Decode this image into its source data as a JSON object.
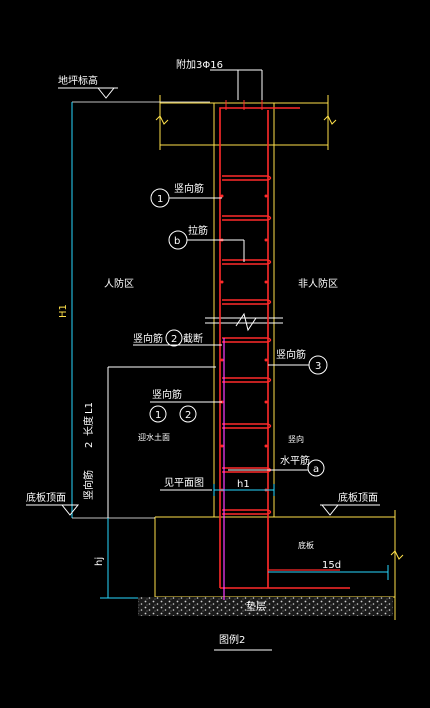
{
  "labels": {
    "top_rebar": "附加3Φ16",
    "ground_elev": "地坪标高",
    "vertical_rebar_1": "竖向筋",
    "tie_bar": "拉筋",
    "civil_defense_zone": "人防区",
    "non_civil_defense_zone": "非人防区",
    "vertical_rebar_2": "竖向筋",
    "cut_off": "截断",
    "vertical_rebar_3": "竖向筋",
    "vertical_rebar_4": "竖向筋",
    "vertical_rebar_side": "竖向筋",
    "extend_length": "长度",
    "tag_L1": "L1",
    "upstream_soil": "迎水土面",
    "vertical_short": "竖向",
    "horizontal_rebar": "水平筋",
    "see_plan": "见平面图",
    "h1": "h1",
    "slab_bottom_left": "底板顶面",
    "slab_top_right": "底板顶面",
    "base_slab": "底板",
    "len_15d": "15d",
    "cushion": "垫层",
    "hj": "hj",
    "H1": "H1",
    "caption": "图例2"
  },
  "markers": {
    "m1": "1",
    "mb": "b",
    "m2": "2",
    "m3": "3",
    "m1b": "1",
    "m2b": "2",
    "ma": "a",
    "m2c": "2"
  },
  "colors": {
    "background": "#000000",
    "concrete_outline": "#ffe14a",
    "rebar_red": "#ff2a2a",
    "rebar_magenta": "#ff3cff",
    "leader_white": "#ffffff",
    "dim_cyan": "#28d8ff",
    "pad": "#cfcfcf"
  }
}
